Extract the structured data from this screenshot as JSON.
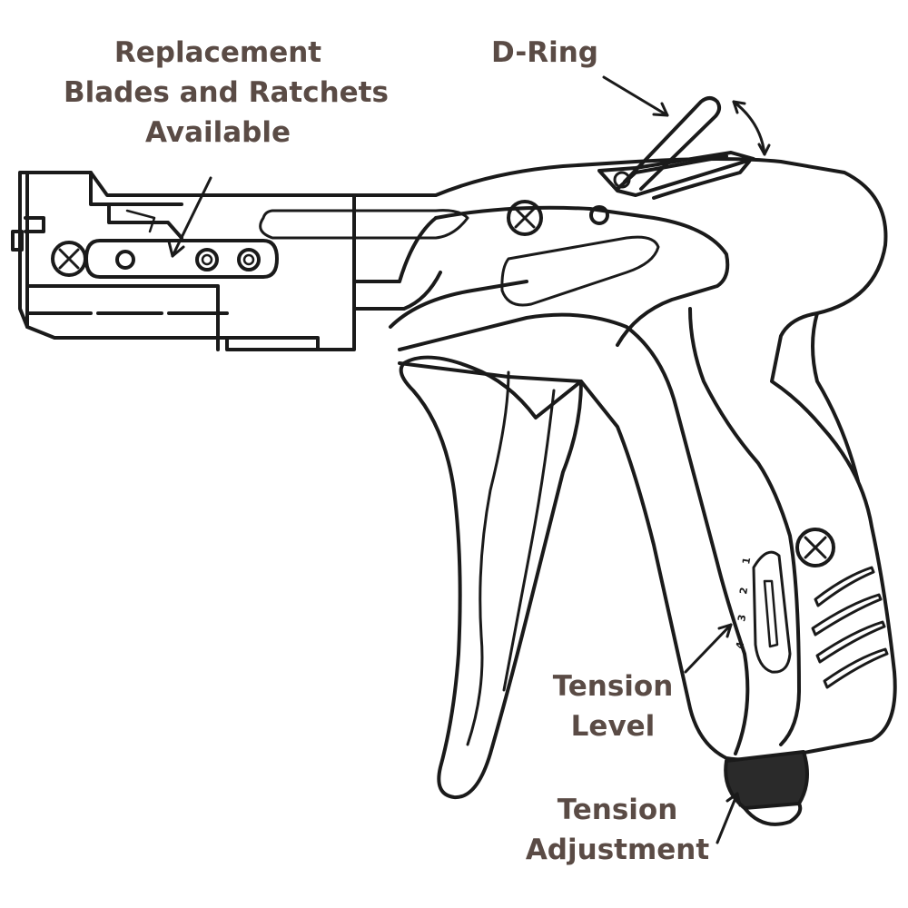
{
  "labels": {
    "replacement": {
      "lines": [
        "Replacement",
        "Blades and Ratchets",
        "Available"
      ]
    },
    "d_ring": {
      "text": "D-Ring"
    },
    "tension_level": {
      "lines": [
        "Tension",
        "Level"
      ]
    },
    "tension_adjustment": {
      "lines": [
        "Tension",
        "Adjustment"
      ]
    }
  },
  "dial_marks": [
    "1",
    "2",
    "3",
    "4"
  ],
  "colors": {
    "label_text": "#5a4b45",
    "outline": "#1a1a1a"
  }
}
